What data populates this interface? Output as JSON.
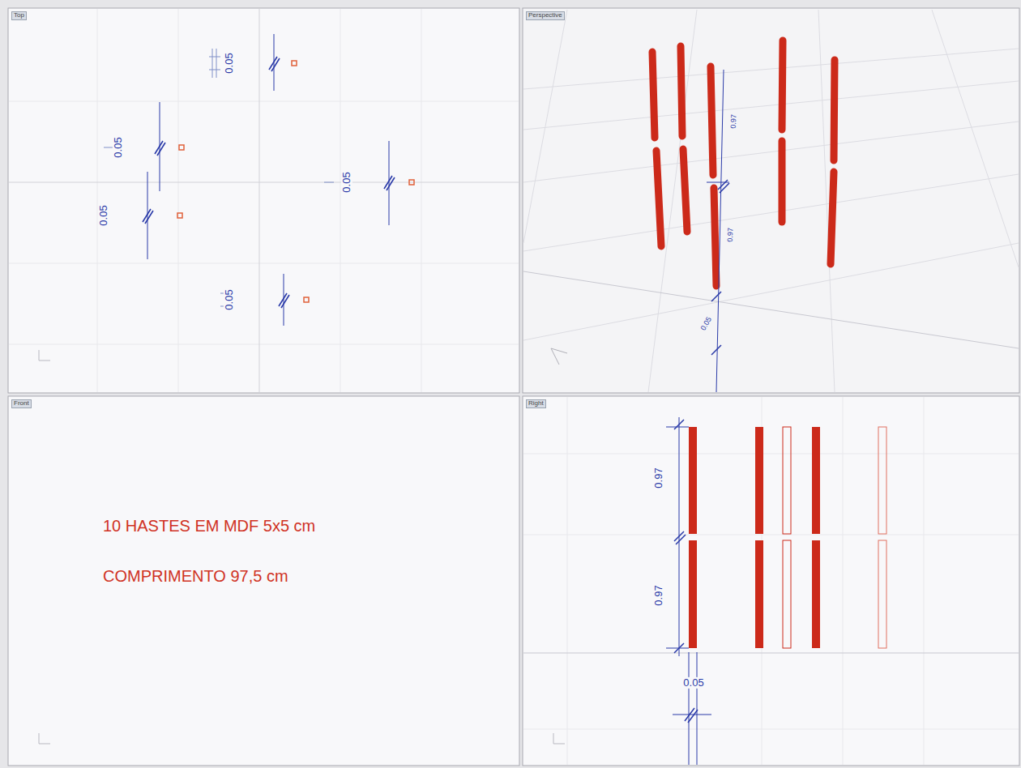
{
  "diagram": {
    "labels": [
      "Top",
      "0.05",
      "0.05",
      "0.05",
      "0.05",
      "0.05",
      "Perspective",
      "0.97",
      "0.97",
      "0.05",
      "Front",
      "10 HASTES EM MDF 5x5 cm",
      "COMPRIMENTO  97,5 cm",
      "Right",
      "0.97",
      "0.97",
      "0.05"
    ]
  }
}
